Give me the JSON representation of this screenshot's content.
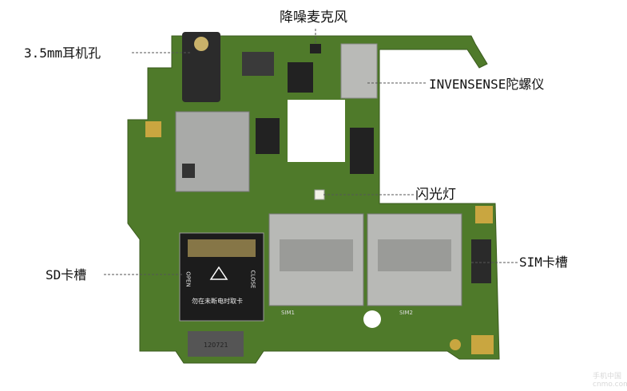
{
  "labels": {
    "mic": "降噪麦克风",
    "headphone": "3.5mm耳机孔",
    "gyro": "INVENSENSE陀螺仪",
    "flash": "闪光灯",
    "sd": "SD卡槽",
    "sim": "SIM卡槽"
  },
  "board_print": {
    "sd_warning": "勿在未断电时取卡",
    "open": "OPEN",
    "close": "CLOSE",
    "sim1": "SIM1",
    "sim2": "SIM2",
    "chip_code": "120721"
  },
  "watermark": {
    "line1": "手机中国",
    "line2": "cnmo.com"
  },
  "colors": {
    "board": "#4f7a2a",
    "board_dark": "#3d6320",
    "metal": "#a9aaa8",
    "gold": "#c9a640",
    "leader": "#555555"
  }
}
